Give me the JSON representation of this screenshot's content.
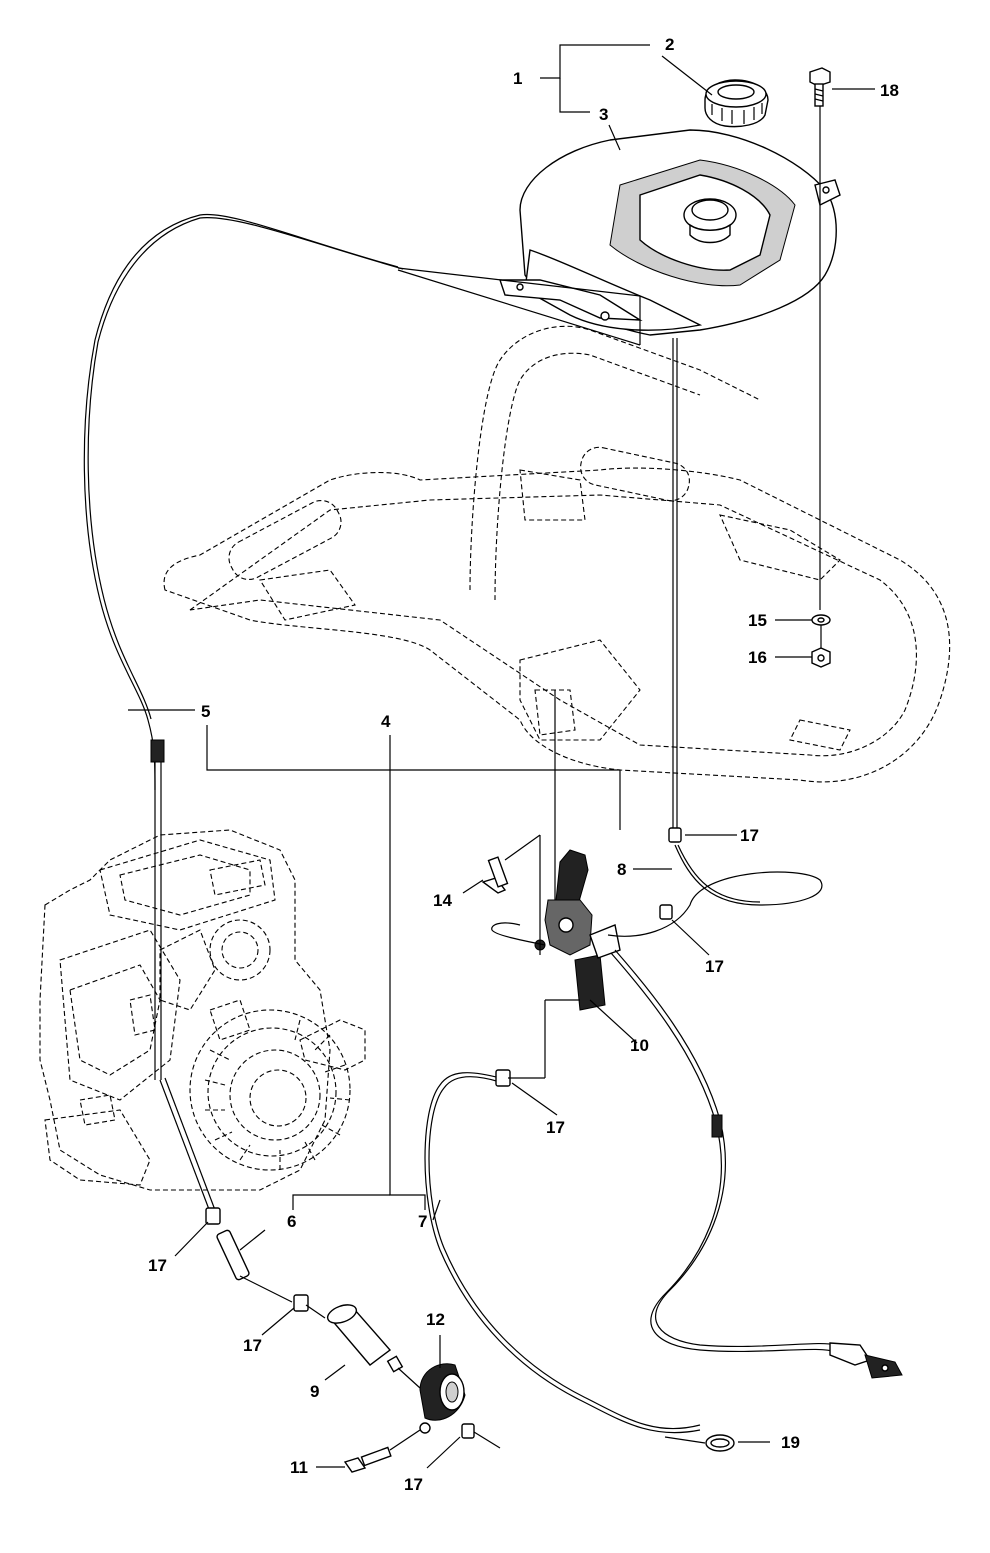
{
  "callouts": {
    "c1": "1",
    "c2": "2",
    "c3": "3",
    "c4": "4",
    "c5": "5",
    "c6": "6",
    "c7": "7",
    "c8": "8",
    "c9": "9",
    "c10": "10",
    "c11": "11",
    "c12": "12",
    "c14": "14",
    "c15": "15",
    "c16": "16",
    "c17a": "17",
    "c17b": "17",
    "c17c": "17",
    "c17d": "17",
    "c17e": "17",
    "c17f": "17",
    "c18": "18",
    "c19": "19"
  }
}
